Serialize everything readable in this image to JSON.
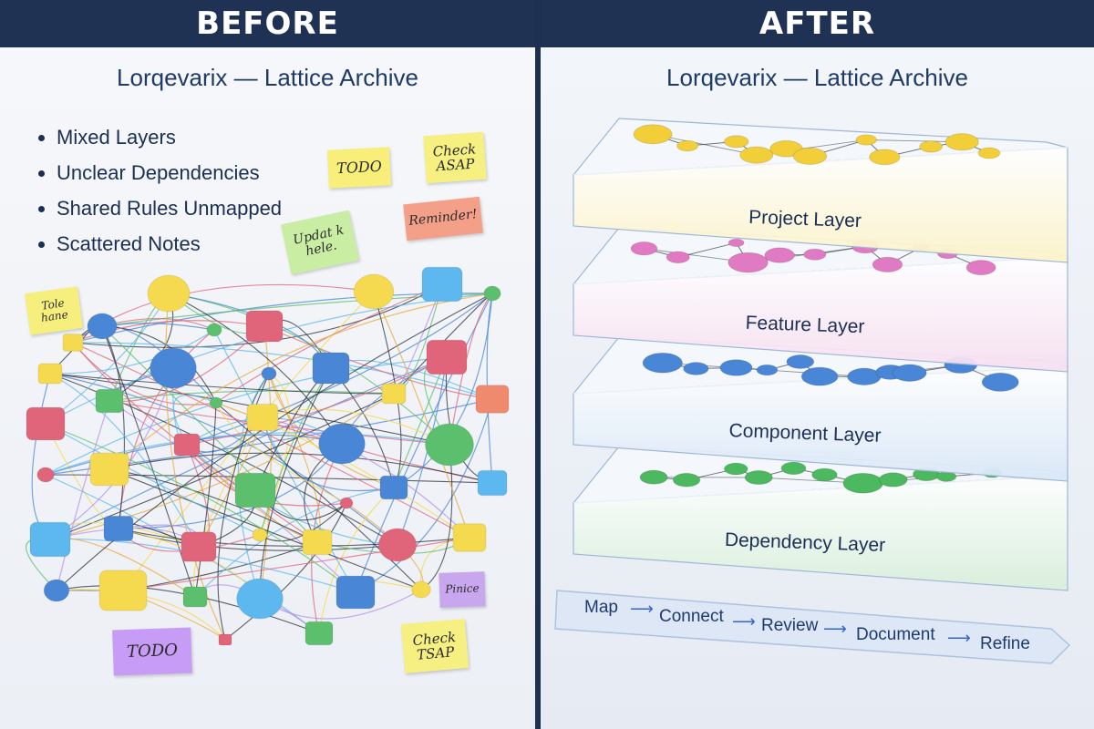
{
  "before": {
    "banner": "BEFORE",
    "title": "Lorqevarix — Lattice Archive",
    "bullets": [
      "Mixed Layers",
      "Unclear Dependencies",
      "Shared Rules Unmapped",
      "Scattered Notes"
    ],
    "notes": {
      "todo_top": "TODO",
      "check_top": "Check\nASAP",
      "reminder": "Reminder!",
      "update": "Updat k\nhele.",
      "left_note": "Tole\nhane",
      "todo_bottom": "TODO",
      "check_bottom": "Check\nTSAP",
      "pinice": "Pinice"
    },
    "colors": {
      "yellow": "#f5d94e",
      "blue": "#4a86d6",
      "pink": "#e0657a",
      "green": "#5cbf6e",
      "sky": "#5cb8ee",
      "purple": "#b68cf0",
      "orange": "#f08a6e"
    }
  },
  "after": {
    "banner": "AFTER",
    "title": "Lorqevarix — Lattice Archive",
    "layers": [
      {
        "name": "Project Layer",
        "color": "#f2cf38",
        "tint": "#fbf3c8"
      },
      {
        "name": "Feature Layer",
        "color": "#e07ac2",
        "tint": "#f6dff0"
      },
      {
        "name": "Component Layer",
        "color": "#4a86d6",
        "tint": "#d9e7f7"
      },
      {
        "name": "Dependency Layer",
        "color": "#4cb85f",
        "tint": "#d8efdb"
      }
    ],
    "flow": [
      "Map",
      "Connect",
      "Review",
      "Document",
      "Refine"
    ]
  }
}
